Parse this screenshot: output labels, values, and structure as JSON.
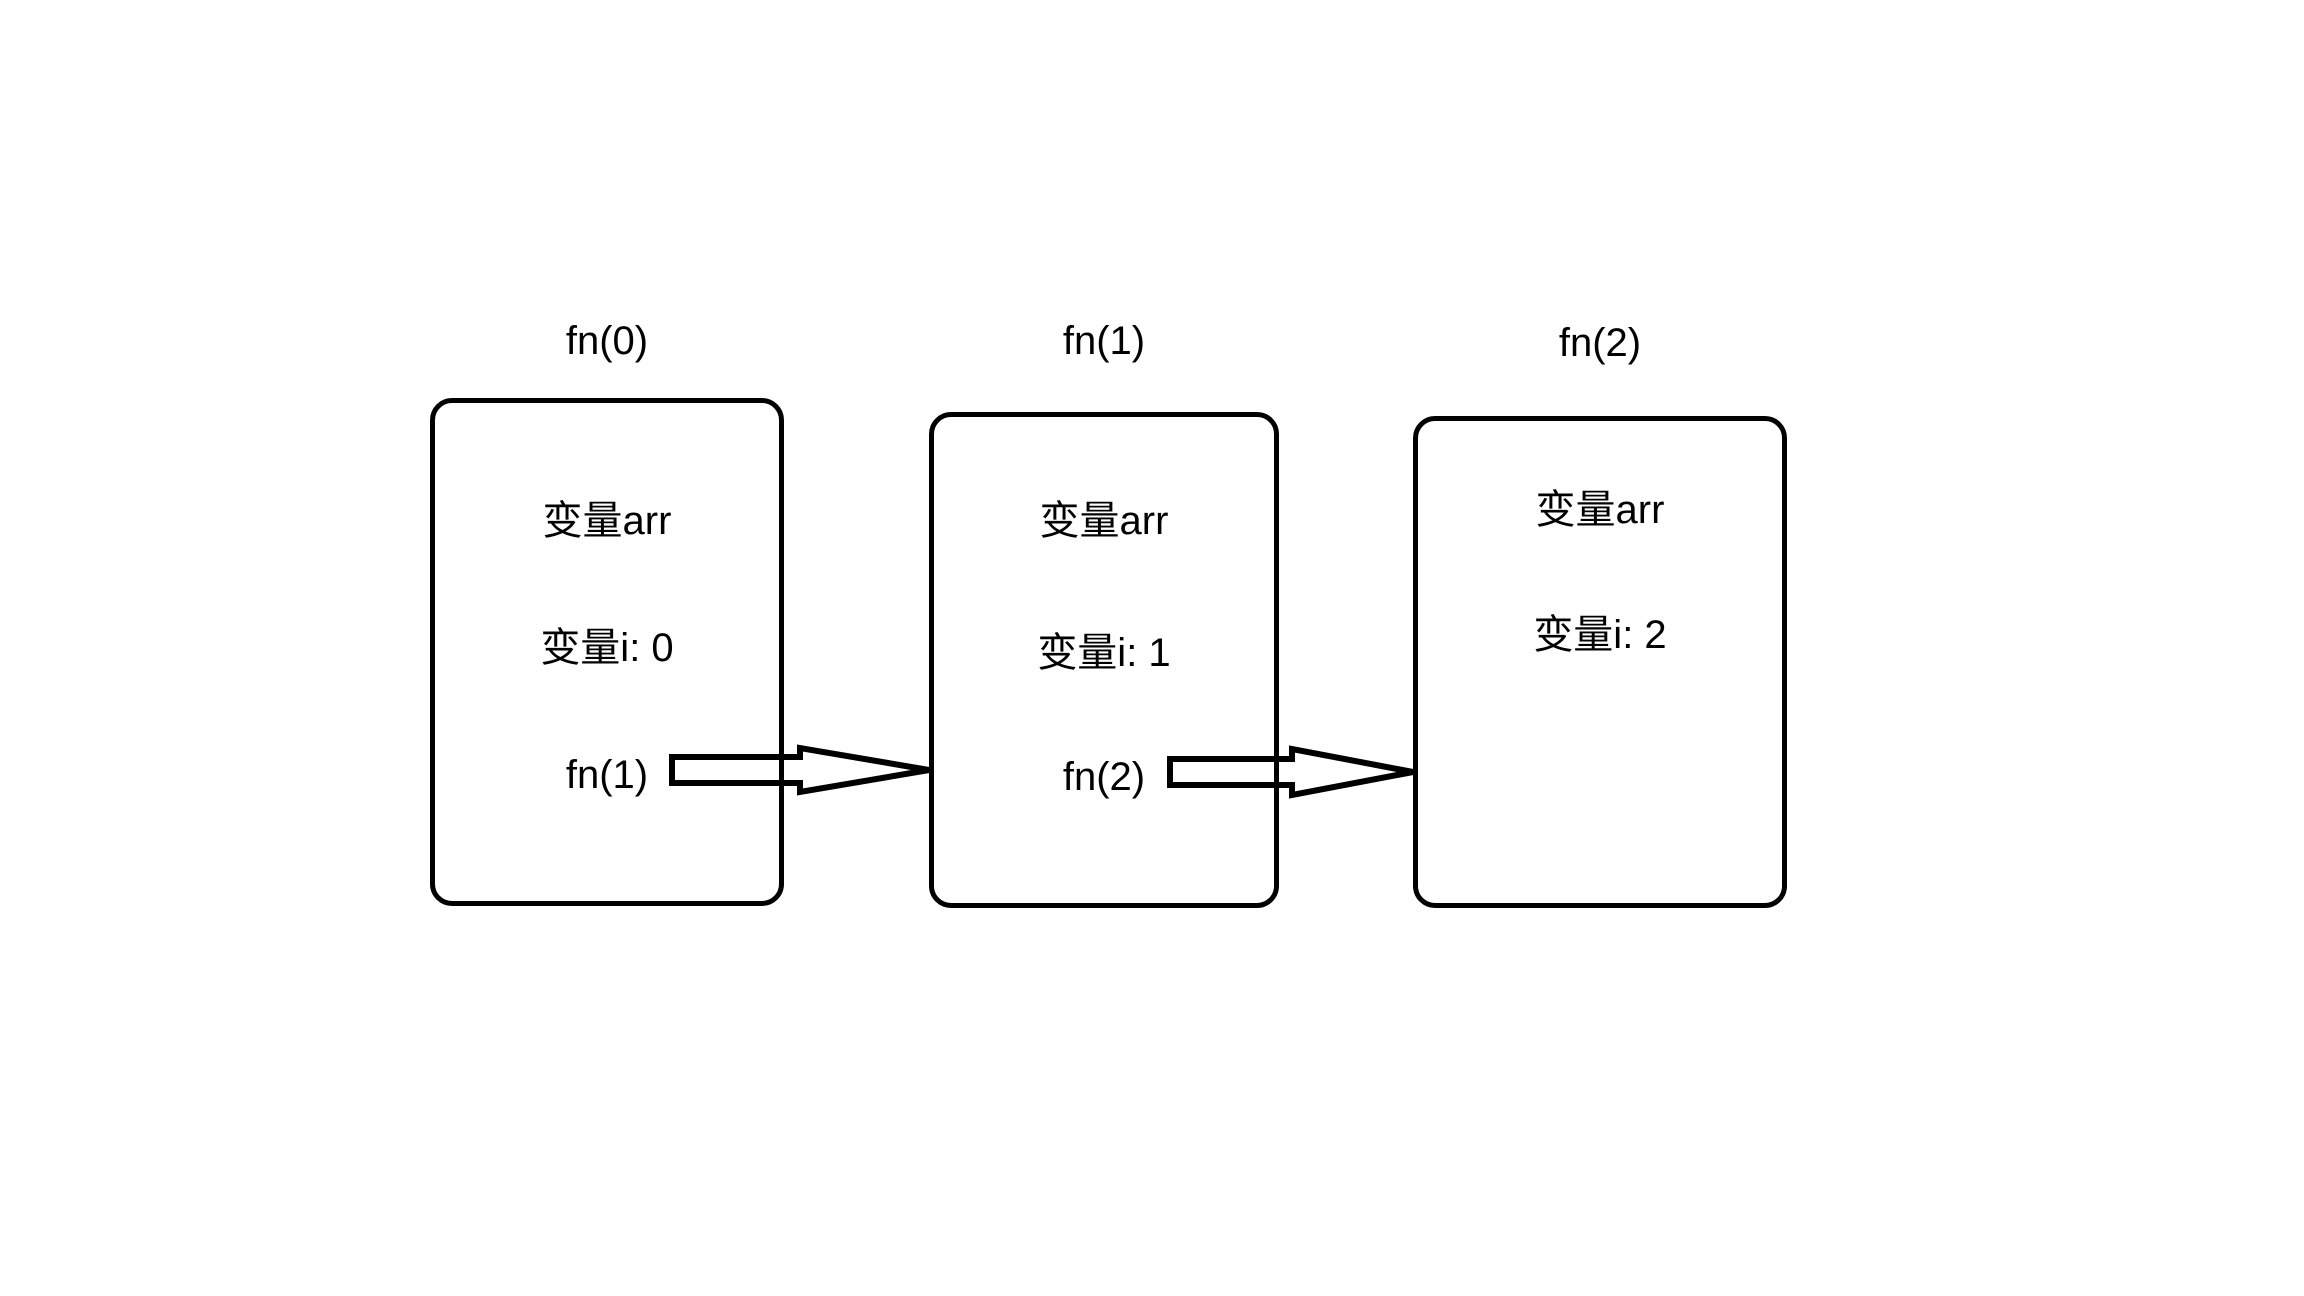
{
  "diagram": {
    "background_color": "#ffffff",
    "line_color": "#000000",
    "frames": [
      {
        "title": "fn(0)",
        "rows": [
          "变量arr",
          "变量i: 0",
          "fn(1)"
        ]
      },
      {
        "title": "fn(1)",
        "rows": [
          "变量arr",
          "变量i: 1",
          "fn(2)"
        ]
      },
      {
        "title": "fn(2)",
        "rows": [
          "变量arr",
          "变量i: 2"
        ]
      }
    ],
    "arrows": [
      {
        "icon": "block-arrow-right-icon",
        "from_frame": "fn(0)",
        "to_frame": "fn(1)"
      },
      {
        "icon": "block-arrow-right-icon",
        "from_frame": "fn(1)",
        "to_frame": "fn(2)"
      }
    ]
  }
}
